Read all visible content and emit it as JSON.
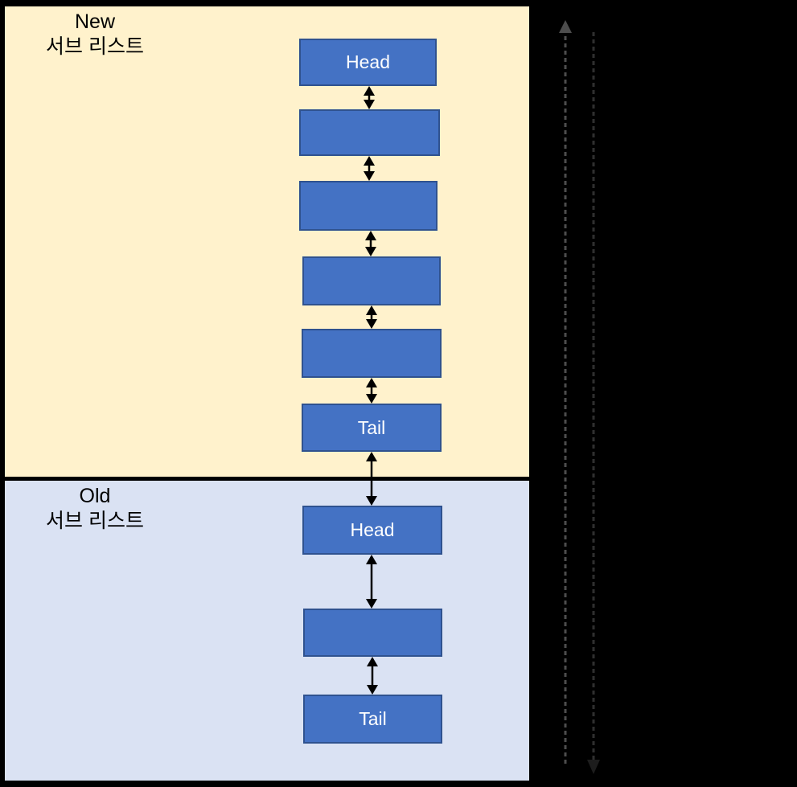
{
  "diagram": {
    "background_color": "#000000",
    "panels": [
      {
        "id": "new",
        "title_line1": "New",
        "title_line2": "서브 리스트",
        "fill": "#FFF2CC"
      },
      {
        "id": "old",
        "title_line1": "Old",
        "title_line2": "서브 리스트",
        "fill": "#DAE2F3"
      }
    ],
    "node_style": {
      "fill": "#4472C4",
      "border": "#2F528F",
      "text_color": "#FFFFFF"
    },
    "new_list_nodes": [
      "Head",
      "",
      "",
      "",
      "",
      "Tail"
    ],
    "old_list_nodes": [
      "Head",
      "",
      "Tail"
    ],
    "links": {
      "style": "double-headed-vertical-arrow",
      "color": "#000000",
      "count_new": 5,
      "count_between_lists": 1,
      "count_old": 2
    },
    "side_arrows": {
      "up_dashed_arrow_color": "#4D4D4D",
      "down_dashed_arrow_color": "#2F2F2F"
    }
  }
}
